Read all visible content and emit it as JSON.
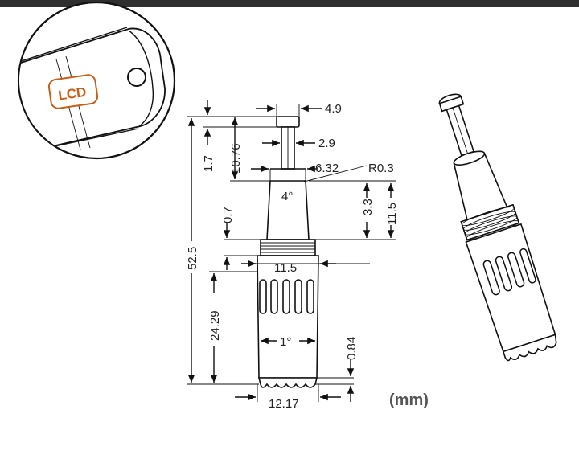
{
  "inset": {
    "label": "LCD"
  },
  "dimensions": {
    "d_4_9": "4.9",
    "d_2_9": "2.9",
    "d_6_32": "6.32",
    "d_r0_3": "R0.3",
    "d_1_7": "1.7",
    "d_10_76": "10.76",
    "d_4deg": "4°",
    "d_3_3": "3.3",
    "d_11_5_side": "11.5",
    "d_0_7": "0.7",
    "d_52_5": "52.5",
    "d_11_5": "11.5",
    "d_24_29": "24.29",
    "d_1deg": "1°",
    "d_0_84": "0.84",
    "d_12_17": "12.17"
  },
  "units": "(mm)"
}
